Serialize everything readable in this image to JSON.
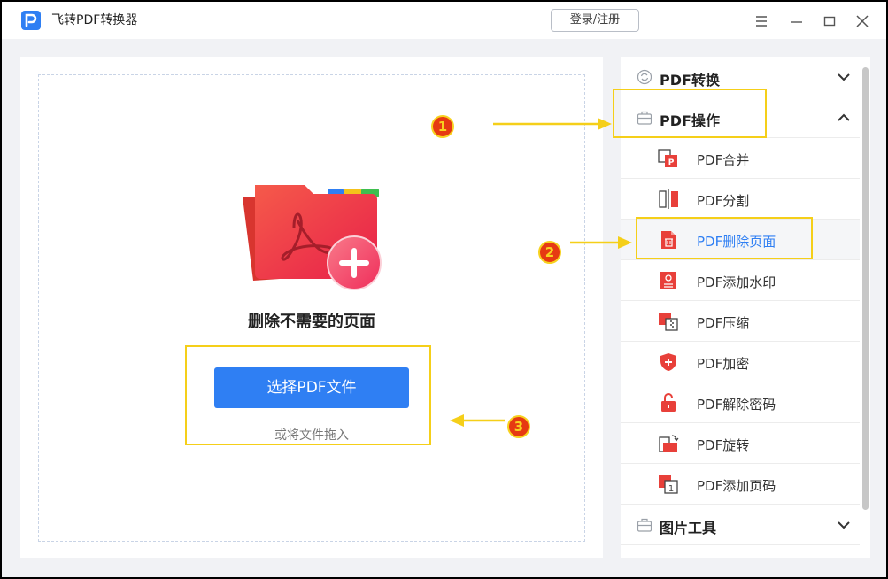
{
  "app": {
    "title": "飞转PDF转换器",
    "login_label": "登录/注册"
  },
  "main": {
    "heading": "删除不需要的页面",
    "select_button": "选择PDF文件",
    "drag_hint": "或将文件拖入"
  },
  "sidebar": {
    "sections": [
      {
        "label": "PDF转换",
        "icon": "refresh-circle-icon",
        "expanded": false
      },
      {
        "label": "PDF操作",
        "icon": "toolbox-icon",
        "expanded": true
      },
      {
        "label": "图片工具",
        "icon": "toolbox-icon",
        "expanded": false
      }
    ],
    "items": [
      {
        "label": "PDF合并",
        "icon": "pdf-merge-icon"
      },
      {
        "label": "PDF分割",
        "icon": "pdf-split-icon"
      },
      {
        "label": "PDF删除页面",
        "icon": "pdf-delete-page-icon",
        "active": true
      },
      {
        "label": "PDF添加水印",
        "icon": "pdf-watermark-icon"
      },
      {
        "label": "PDF压缩",
        "icon": "pdf-compress-icon"
      },
      {
        "label": "PDF加密",
        "icon": "pdf-encrypt-icon"
      },
      {
        "label": "PDF解除密码",
        "icon": "pdf-unlock-icon"
      },
      {
        "label": "PDF旋转",
        "icon": "pdf-rotate-icon"
      },
      {
        "label": "PDF添加页码",
        "icon": "pdf-page-number-icon"
      }
    ]
  },
  "annotations": {
    "badges": [
      "1",
      "2",
      "3"
    ],
    "highlight_color": "#f5cf19",
    "badge_color": "#e63a12"
  },
  "colors": {
    "accent": "#2f7ff3",
    "icon_red": "#e8403a"
  }
}
